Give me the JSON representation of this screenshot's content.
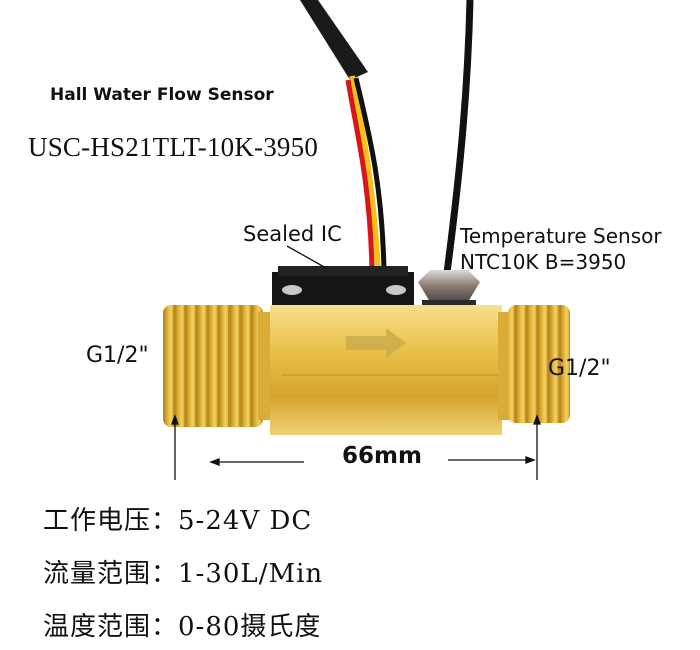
{
  "header": {
    "product_type": "Hall Water Flow Sensor",
    "model": "USC-HS21TLT-10K-3950"
  },
  "callouts": {
    "sealed_ic": "Sealed IC",
    "temperature_sensor_line1": "Temperature Sensor",
    "temperature_sensor_line2": "NTC10K B=3950",
    "thread_left": "G1/2\"",
    "thread_right": "G1/2\"",
    "length": "66mm"
  },
  "specs": [
    {
      "label": "工作电压：",
      "value": "5-24V DC"
    },
    {
      "label": "流量范围：",
      "value": "1-30L/Min"
    },
    {
      "label": "温度范围：",
      "value": "0-80摄氏度"
    }
  ],
  "colors": {
    "brass": "#e2b83a",
    "brass_dark": "#b8861c",
    "wire_red": "#d8161a",
    "wire_yellow": "#f2c21b",
    "wire_black": "#111111"
  }
}
